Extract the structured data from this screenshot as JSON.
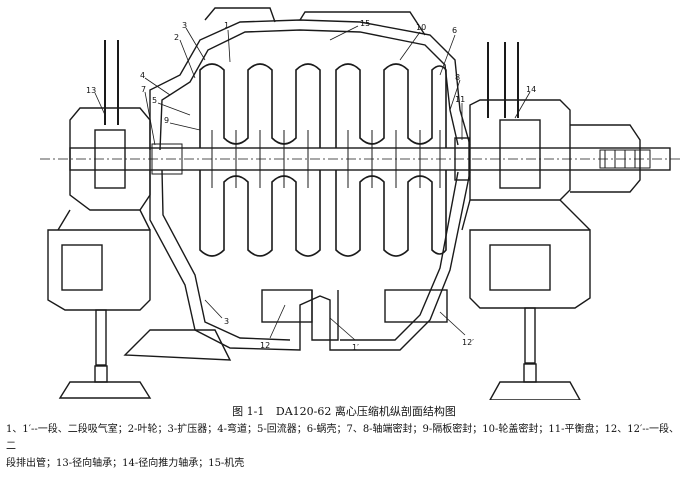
{
  "figure": {
    "number": "图 1-1",
    "title": "DA120-62 离心压缩机纵剖面结构图",
    "legend_line1": "1、1′--一段、二段吸气室；2-叶轮；3-扩压器；4-弯道；5-回流器；6-蜗壳；7、8-轴端密封；9-隔板密封；10-轮盖密封；11-平衡盘；12、12′--一段、二",
    "legend_line2": "段排出管；13-径向轴承；14-径向推力轴承；15-机壳"
  },
  "part_labels": [
    "15",
    "2",
    "3",
    "1",
    "4",
    "5",
    "9",
    "13",
    "7",
    "10",
    "6",
    "8",
    "14",
    "11",
    "12",
    "1′",
    "12′",
    "3"
  ]
}
